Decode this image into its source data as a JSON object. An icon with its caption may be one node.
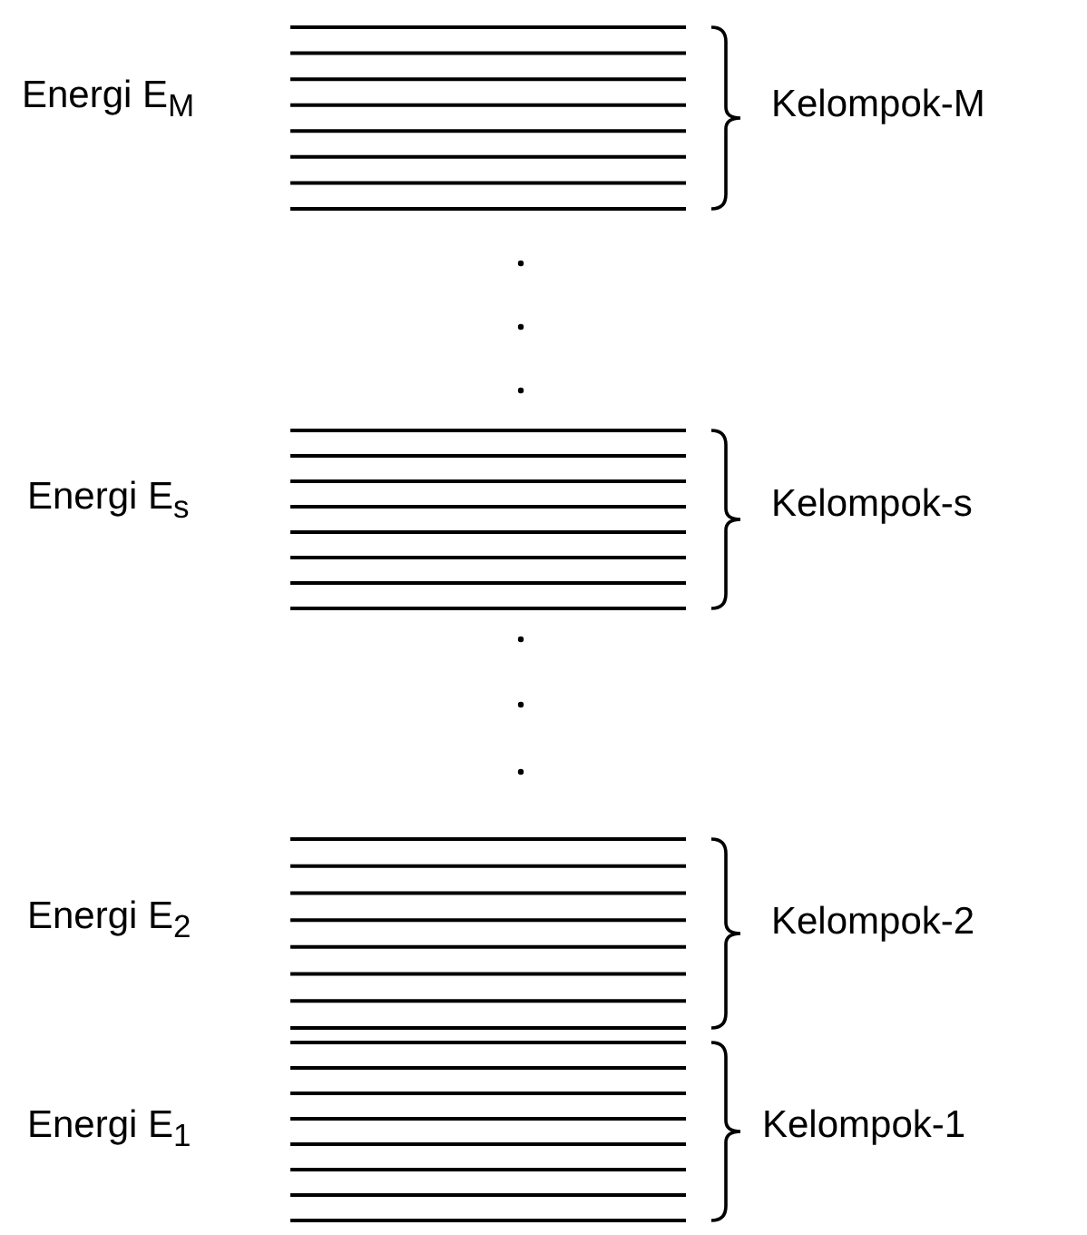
{
  "diagram": {
    "labels": [
      "Energi E$_{M}$",
      "Kelompok-M",
      "Energi E$_{s}$",
      "Kelompok-s",
      "Energi E$_{2}$",
      "Kelompok-2",
      "Energi E$_{1}$",
      "Kelompok-1"
    ]
  }
}
